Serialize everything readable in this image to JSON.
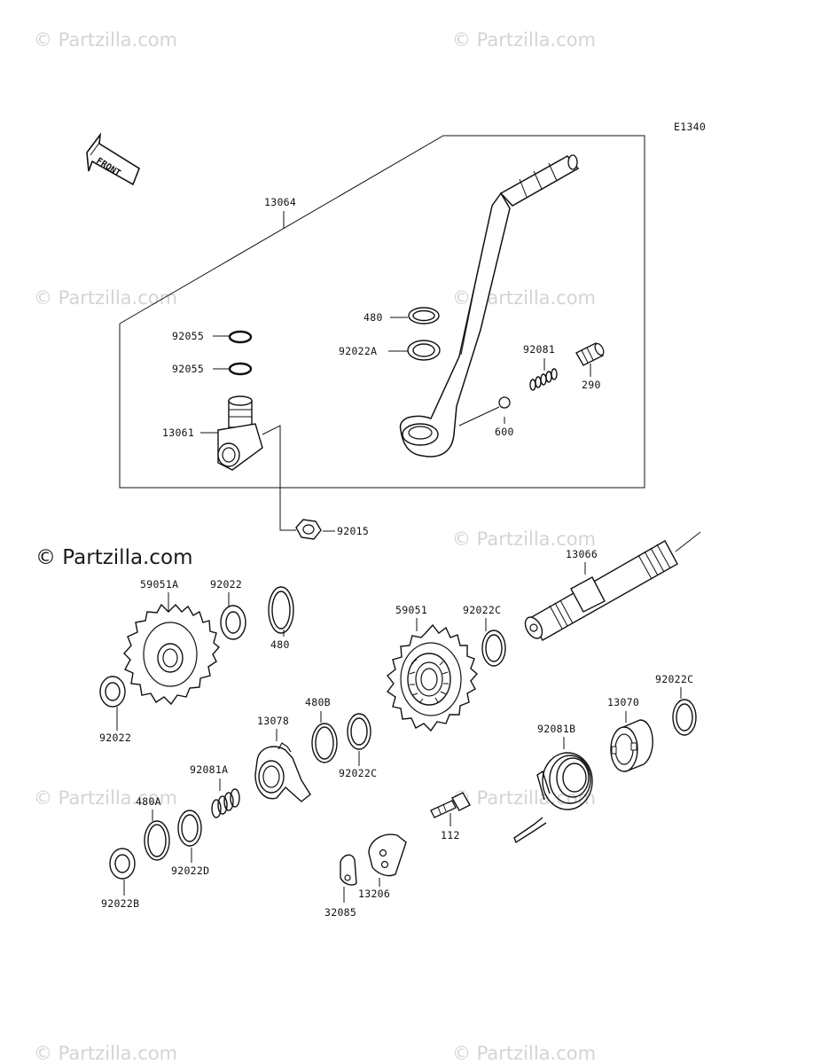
{
  "watermark": {
    "text": "© Partzilla.com",
    "main_text": "© Partzilla.com"
  },
  "diagram": {
    "code": "E1340",
    "front_label": "FRONT",
    "parts": {
      "p13064": "13064",
      "p480_top": "480",
      "p92022A": "92022A",
      "p92055_a": "92055",
      "p92055_b": "92055",
      "p92081": "92081",
      "p290": "290",
      "p13061": "13061",
      "p600": "600",
      "p92015": "92015",
      "p13066": "13066",
      "p59051A": "59051A",
      "p92022_top": "92022",
      "p480_mid": "480",
      "p59051": "59051",
      "p92022C_a": "92022C",
      "p92022_left": "92022",
      "p480B": "480B",
      "p13078": "13078",
      "p92022C_b": "92022C",
      "p13070": "13070",
      "p92022C_c": "92022C",
      "p92081B": "92081B",
      "p92081A": "92081A",
      "p480A": "480A",
      "p92022D": "92022D",
      "p112": "112",
      "p92022B": "92022B",
      "p13206": "13206",
      "p32085": "32085"
    }
  }
}
